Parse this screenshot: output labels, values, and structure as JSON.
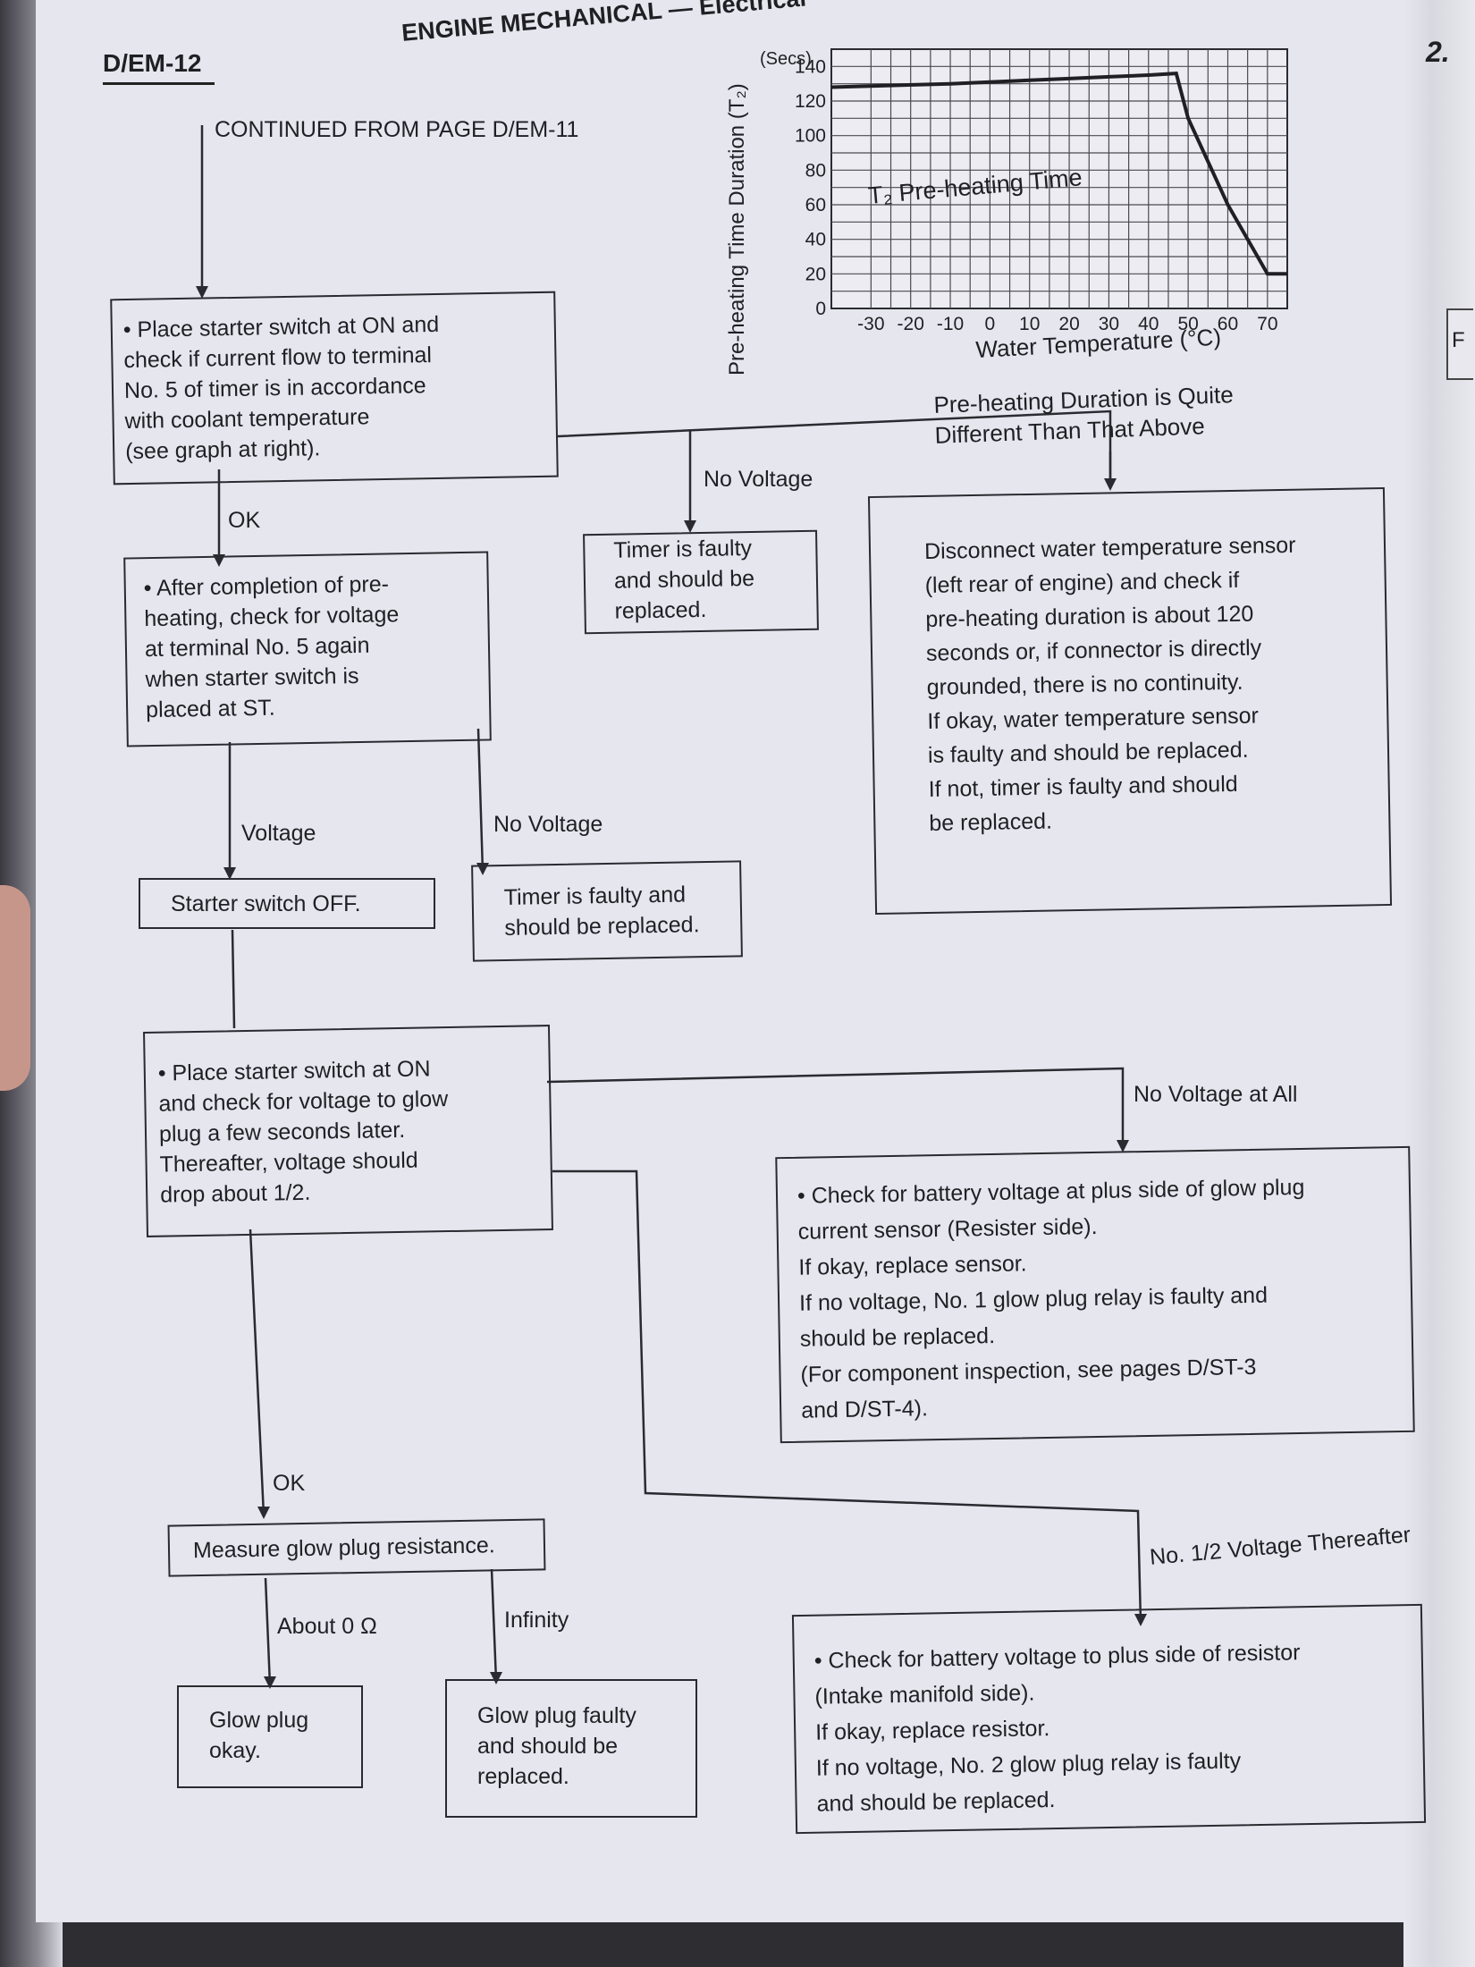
{
  "header": {
    "page_code": "D/EM-12",
    "section": "ENGINE MECHANICAL — Electrical",
    "page_marker": "2.",
    "edge_tab": "F"
  },
  "flow": {
    "continued": "CONTINUED FROM PAGE D/EM-11",
    "box1": "• Place starter switch at ON and\ncheck if current flow to terminal\nNo. 5 of timer is in accordance\nwith coolant temperature\n(see graph at right).",
    "ok1": "OK",
    "no_voltage1": "No Voltage",
    "timer_faulty1": "Timer is faulty\nand should be\nreplaced.",
    "quite_different": "Pre-heating Duration is Quite\nDifferent Than That Above",
    "sensor_box": "Disconnect water temperature sensor\n(left rear of engine) and check if\npre-heating duration is about 120\nseconds or, if connector is directly\ngrounded, there is no continuity.\nIf okay, water temperature sensor\nis faulty and should be replaced.\nIf not, timer is faulty and should\nbe replaced.",
    "box2": "• After completion of pre-\nheating, check for voltage\nat terminal No. 5 again\nwhen starter switch is\nplaced at ST.",
    "voltage": "Voltage",
    "no_voltage2": "No Voltage",
    "starter_off": "Starter switch OFF.",
    "timer_faulty2": "Timer is faulty and\nshould be replaced.",
    "box3": "• Place starter switch at ON\nand check for voltage to glow\nplug a few seconds later.\nThereafter, voltage should\ndrop about 1/2.",
    "no_voltage_all": "No Voltage at All",
    "battery_box": "• Check for battery voltage at plus side of glow plug\ncurrent sensor (Resister side).\nIf okay, replace sensor.\nIf no voltage, No. 1 glow plug relay is faulty and\nshould be replaced.\n(For component inspection, see pages D/ST-3\nand D/ST-4).",
    "ok2": "OK",
    "measure": "Measure glow plug resistance.",
    "about0": "About 0 Ω",
    "infinity": "Infinity",
    "glow_ok": "Glow plug\nokay.",
    "glow_faulty": "Glow plug faulty\nand should be\nreplaced.",
    "half_voltage": "No. 1/2 Voltage Thereafter",
    "resistor_box": "• Check for battery voltage to plus side of resistor\n(Intake manifold side).\nIf okay, replace resistor.\nIf no voltage, No. 2 glow plug relay is faulty\nand should be replaced."
  },
  "chart_data": {
    "type": "line",
    "ylabel": "Pre-heating Time Duration (T₂)",
    "yunit": "(Secs)",
    "xlabel": "Water Temperature (°C)",
    "series_label": "T₂ Pre-heating Time",
    "y_ticks": [
      "0",
      "20",
      "40",
      "60",
      "80",
      "100",
      "120",
      "140"
    ],
    "x_ticks": [
      "-30",
      "-20",
      "-10",
      "0",
      "10",
      "20",
      "30",
      "40",
      "50",
      "60",
      "70"
    ],
    "ylim": [
      0,
      150
    ],
    "grid": true,
    "series": [
      {
        "x": [
          -40,
          -10,
          0,
          10,
          20,
          30,
          40,
          47,
          50,
          60,
          70,
          75
        ],
        "y": [
          128,
          130,
          131,
          132,
          133,
          134,
          135,
          136,
          110,
          60,
          20,
          20
        ]
      }
    ]
  }
}
